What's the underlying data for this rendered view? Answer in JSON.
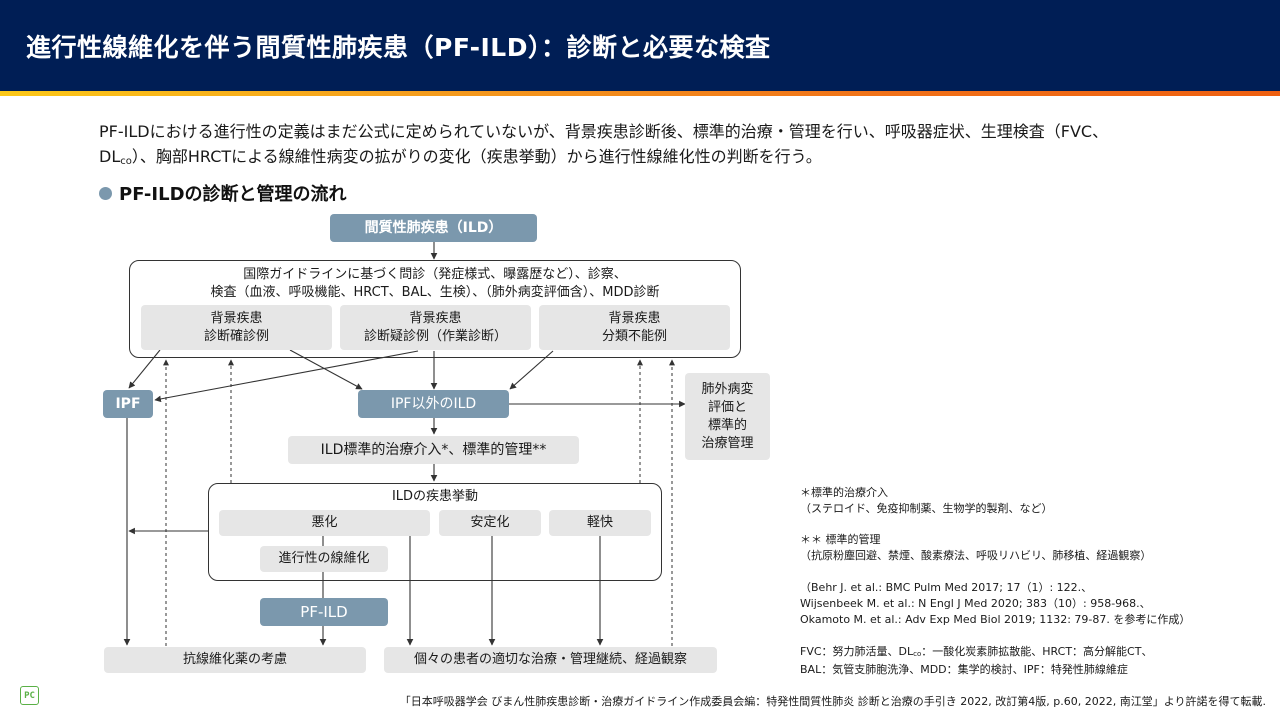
{
  "header": {
    "title": "進行性線維化を伴う間質性肺疾患（PF-ILD）：診断と必要な検査"
  },
  "intro": {
    "line1": "PF-ILDにおける進行性の定義はまだ公式に定められていないが、背景疾患診断後、標準的治療・管理を行い、呼吸器症状、生理検査（FVC、",
    "line2_prefix": "DL",
    "line2_sub": "co",
    "line2_rest": "）、胸部HRCTによる線維性病変の拡がりの変化（疾患挙動）から進行性線維化性の判断を行う。"
  },
  "section": {
    "title": "PF-ILDの診断と管理の流れ"
  },
  "flow": {
    "ild": "間質性肺疾患（ILD）",
    "workup_line1": "国際ガイドラインに基づく問診（発症様式、曝露歴など）、診察、",
    "workup_line2": "検査（血液、呼吸機能、HRCT、BAL、生検）、（肺外病変評価含）、MDD診断",
    "dx_confirmed_l1": "背景疾患",
    "dx_confirmed_l2": "診断確診例",
    "dx_suspected_l1": "背景疾患",
    "dx_suspected_l2": "診断疑診例（作業診断）",
    "dx_unclassifiable_l1": "背景疾患",
    "dx_unclassifiable_l2": "分類不能例",
    "ipf": "IPF",
    "non_ipf": "IPF以外のILD",
    "extrapulmonary_l1": "肺外病変",
    "extrapulmonary_l2": "評価と",
    "extrapulmonary_l3": "標準的",
    "extrapulmonary_l4": "治療管理",
    "standard_treatment": "ILD標準的治療介入*、標準的管理**",
    "behavior_title": "ILDの疾患挙動",
    "worsening": "悪化",
    "stable": "安定化",
    "improving": "軽快",
    "progressive_fibrosis": "進行性の線維化",
    "pf_ild": "PF-ILD",
    "antifibrotic": "抗線維化薬の考慮",
    "continue_care": "個々の患者の適切な治療・管理継続、経過観察"
  },
  "notes": {
    "n1_title": "＊標準的治療介入",
    "n1_body": "（ステロイド、免疫抑制薬、生物学的製剤、など）",
    "n2_title": "＊＊ 標準的管理",
    "n2_body": "（抗原粉塵回避、禁煙、酸素療法、呼吸リハビリ、肺移植、経過観察）",
    "ref1": "（Behr J. et al.: BMC Pulm Med 2017; 17（1）: 122.、",
    "ref2": "Wijsenbeek M. et al.: N Engl J Med 2020; 383（10）: 958-968.、",
    "ref3": "Okamoto M. et al.: Adv Exp Med Biol 2019; 1132: 79-87. を参考に作成）",
    "abbr1_prefix": "FVC：努力肺活量、DL",
    "abbr1_sub": "co",
    "abbr1_rest": "：一酸化炭素肺拡散能、HRCT：高分解能CT、",
    "abbr2": "BAL：気管支肺胞洗浄、MDD：集学的検討、IPF：特発性肺線維症"
  },
  "citation": "「日本呼吸器学会 びまん性肺疾患診断・治療ガイドライン作成委員会編：特発性間質性肺炎 診断と治療の手引き 2022, 改訂第4版, p.60, 2022, 南江堂」より許諾を得て転載.",
  "logo": {
    "text": "PC",
    "color": "#5ab046"
  },
  "colors": {
    "header_bg": "#001e55",
    "accent_blue_gray": "#7b98ad",
    "box_gray": "#e6e6e6",
    "stripe_orange": "#ee5f10",
    "stripe_yellow": "#fcc818"
  }
}
